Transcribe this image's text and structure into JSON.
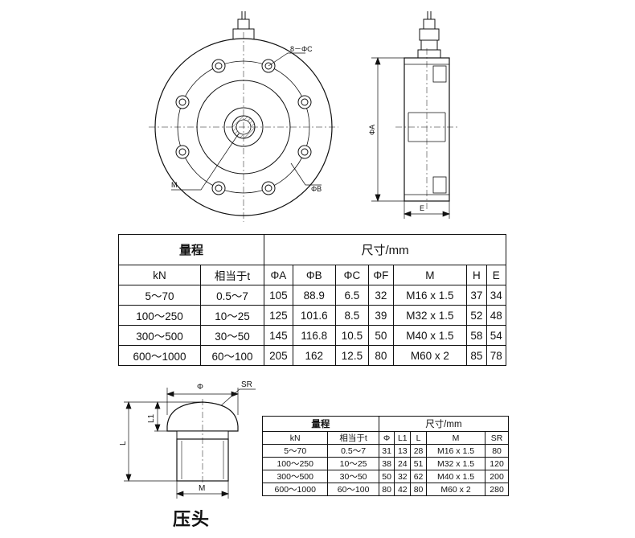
{
  "drawing1": {
    "labels": {
      "holes": "8－ΦC",
      "m": "M",
      "phi_b": "ΦB",
      "phi_a": "ΦA",
      "e": "E"
    }
  },
  "table1": {
    "header_group1": "量程",
    "header_group2": "尺寸/mm",
    "columns": [
      "kN",
      "相当于t",
      "ΦA",
      "ΦB",
      "ΦC",
      "ΦF",
      "M",
      "H",
      "E"
    ],
    "rows": [
      [
        "5～70",
        "0.5～7",
        "105",
        "88.9",
        "6.5",
        "32",
        "M16 x 1.5",
        "37",
        "34"
      ],
      [
        "100～250",
        "10～25",
        "125",
        "101.6",
        "8.5",
        "39",
        "M32 x 1.5",
        "52",
        "48"
      ],
      [
        "300～500",
        "30～50",
        "145",
        "116.8",
        "10.5",
        "50",
        "M40 x 1.5",
        "58",
        "54"
      ],
      [
        "600～1000",
        "60～100",
        "205",
        "162",
        "12.5",
        "80",
        "M60  x  2",
        "85",
        "78"
      ]
    ]
  },
  "drawing2": {
    "labels": {
      "phi": "Φ",
      "sr": "SR",
      "l1": "L1",
      "l": "L",
      "m": "M"
    },
    "caption": "压头"
  },
  "table2": {
    "header_group1": "量程",
    "header_group2": "尺寸/mm",
    "columns": [
      "kN",
      "相当于t",
      "Φ",
      "L1",
      "L",
      "M",
      "SR"
    ],
    "rows": [
      [
        "5～70",
        "0.5～7",
        "31",
        "13",
        "28",
        "M16 x 1.5",
        "80"
      ],
      [
        "100～250",
        "10～25",
        "38",
        "24",
        "51",
        "M32 x 1.5",
        "120"
      ],
      [
        "300～500",
        "30～50",
        "50",
        "32",
        "62",
        "M40 x 1.5",
        "200"
      ],
      [
        "600～1000",
        "60～100",
        "80",
        "42",
        "80",
        "M60  x  2",
        "280"
      ]
    ]
  }
}
